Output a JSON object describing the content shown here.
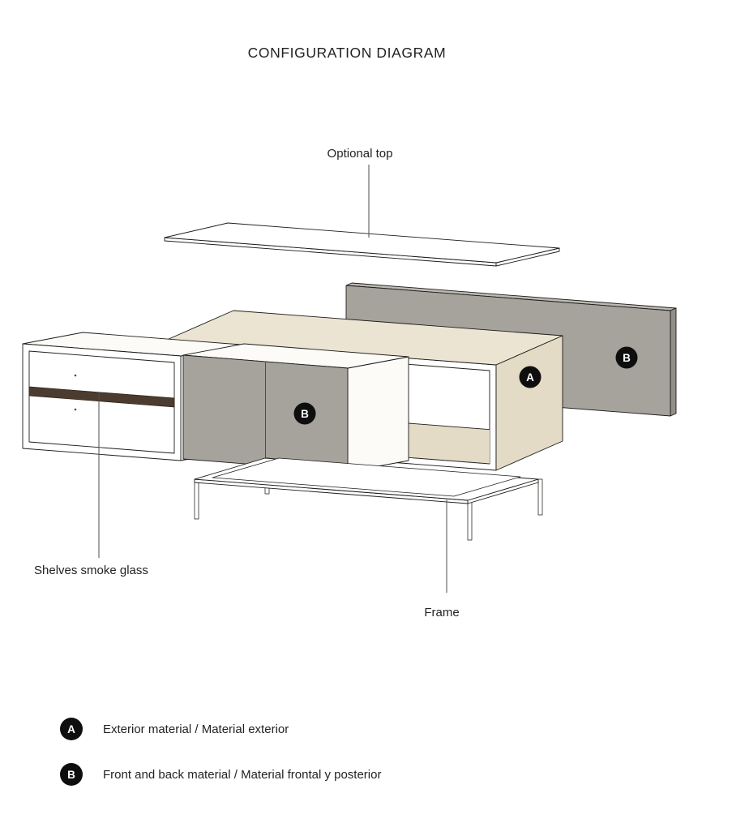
{
  "title": "CONFIGURATION DIAGRAM",
  "diagram": {
    "labels": {
      "optional_top": "Optional top",
      "shelves": "Shelves smoke glass",
      "frame": "Frame"
    },
    "badges": {
      "exterior": "A",
      "front_back": "B"
    }
  },
  "legend": {
    "items": [
      {
        "badge": "A",
        "text": "Exterior material / Material exterior"
      },
      {
        "badge": "B",
        "text": "Front and back material / Material frontal y posterior"
      }
    ]
  },
  "colors": {
    "panel_gray": "#a6a29c",
    "panel_gray_light": "#bdb9b3",
    "panel_gray_dark": "#928e88",
    "body_cream": "#ebe4d2",
    "body_cream_dark": "#e3dbc6",
    "shelf_smoke": "#4c3c2f",
    "badge_black": "#0e0e0e"
  }
}
